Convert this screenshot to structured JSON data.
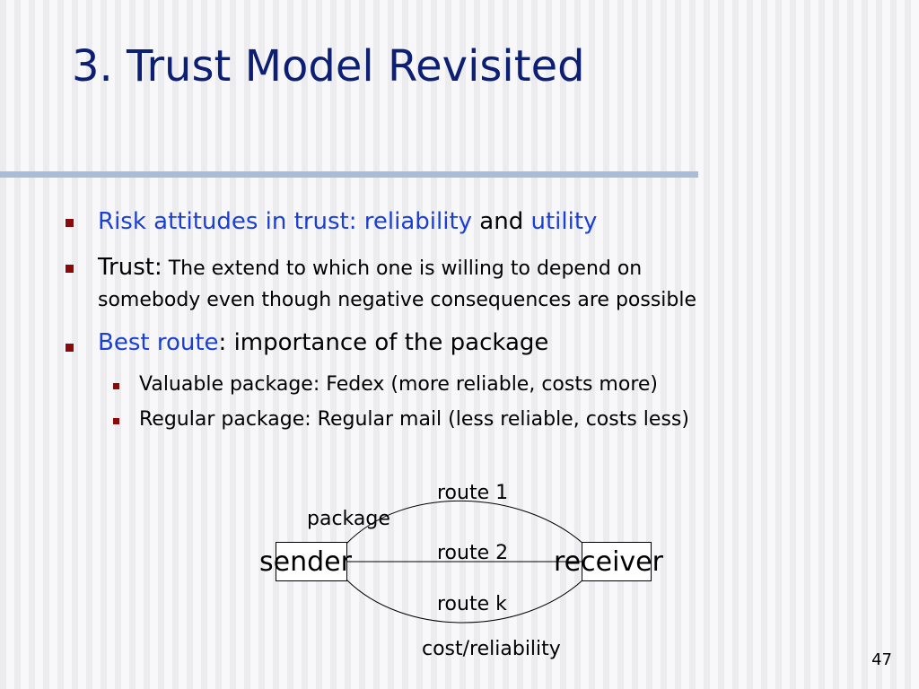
{
  "slide": {
    "title": "3. Trust Model Revisited",
    "page_number": "47"
  },
  "bullets": {
    "b1": {
      "prefix": "Risk attitudes in trust: ",
      "term1": "reliability",
      "mid": " and ",
      "term2": "utility"
    },
    "b2": {
      "label": "Trust:",
      "text_line1": " The extend to which one is willing to depend on",
      "text_line2": "somebody even though negative consequences are possible"
    },
    "b3": {
      "term": "Best route",
      "rest": ": importance of the package"
    },
    "sub": [
      "Valuable package: Fedex (more reliable, costs more)",
      "Regular package: Regular mail (less reliable, costs less)"
    ]
  },
  "diagram": {
    "sender": "sender",
    "receiver": "receiver",
    "route1": "route 1",
    "route2": "route 2",
    "routek": "route k",
    "package": "package",
    "cost": "cost/reliability"
  }
}
